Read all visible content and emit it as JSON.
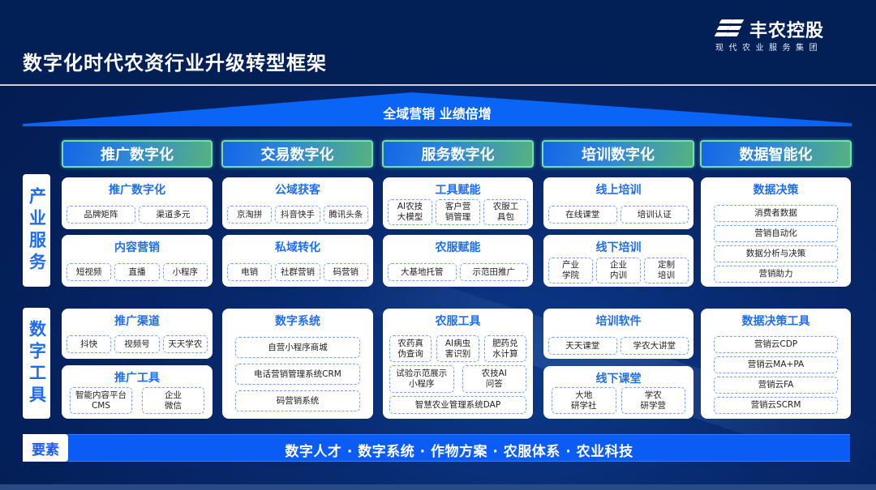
{
  "header": {
    "title": "数字化时代农资行业升级转型框架",
    "logo": {
      "name": "丰农控股",
      "subtitle": "现代农业服务集团",
      "icon": "fengnong-logo-icon"
    }
  },
  "banner": {
    "text": "全域营销 业绩倍增"
  },
  "columns": [
    {
      "label": "推广数字化"
    },
    {
      "label": "交易数字化"
    },
    {
      "label": "服务数字化"
    },
    {
      "label": "培训数字化"
    },
    {
      "label": "数据智能化"
    }
  ],
  "rows": {
    "industry_service": {
      "label": "产业服务"
    },
    "digital_tools": {
      "label": "数字工具"
    }
  },
  "industry_service": {
    "promotion": [
      {
        "title": "推广数字化",
        "items": [
          "品牌矩阵",
          "渠道多元"
        ]
      },
      {
        "title": "内容营销",
        "items": [
          "短视频",
          "直播",
          "小程序"
        ]
      }
    ],
    "transaction": [
      {
        "title": "公域获客",
        "items": [
          "京淘拼",
          "抖音快手",
          "腾讯头条"
        ]
      },
      {
        "title": "私域转化",
        "items": [
          "电销",
          "社群营销",
          "码营销"
        ]
      }
    ],
    "service": [
      {
        "title": "工具赋能",
        "items": [
          "AI农技\n大模型",
          "客户营\n销管理",
          "农服工\n具包"
        ]
      },
      {
        "title": "农服赋能",
        "items": [
          "大基地托管",
          "示范田推广"
        ]
      }
    ],
    "training": [
      {
        "title": "线上培训",
        "items": [
          "在线课堂",
          "培训认证"
        ]
      },
      {
        "title": "线下培训",
        "items": [
          "产业\n学院",
          "企业\n内训",
          "定制\n培训"
        ]
      }
    ],
    "data": {
      "title": "数据决策",
      "items": [
        "消费者数据",
        "营销自动化",
        "数据分析与决策",
        "营销助力"
      ]
    }
  },
  "digital_tools": {
    "promotion": [
      {
        "title": "推广渠道",
        "items": [
          "抖快",
          "视频号",
          "天天学农"
        ]
      },
      {
        "title": "推广工具",
        "items": [
          "智能内容平台\nCMS",
          "企业\n微信"
        ]
      }
    ],
    "transaction": {
      "title": "数字系统",
      "items": [
        "自营小程序商城",
        "电话营销管理系统CRM",
        "码营销系统"
      ]
    },
    "service": {
      "title": "农服工具",
      "row1": [
        "农药真\n伪查询",
        "AI病虫\n害识别",
        "肥药兑\n水计算"
      ],
      "row2": [
        "试验示范展示\n小程序",
        "农技AI\n问答"
      ],
      "row3": [
        "智慧农业管理系统DAP"
      ]
    },
    "training": [
      {
        "title": "培训软件",
        "items": [
          "天天课堂",
          "学农大讲堂"
        ]
      },
      {
        "title": "线下课堂",
        "items": [
          "大地\n研学社",
          "学农\n研学营"
        ]
      }
    ],
    "data": {
      "title": "数据决策工具",
      "items": [
        "营销云CDP",
        "营销云MA+PA",
        "营销云FA",
        "营销云SCRM"
      ]
    }
  },
  "footer": {
    "tag": "要素",
    "text": "数字人才 · 数字系统 · 作物方案 · 农服体系 · 农业科技"
  },
  "colors": {
    "background": "#04205a",
    "accent_blue": "#1e6ff0",
    "banner_blue": "#0a64f5",
    "header_gradient_start": "#1565e8",
    "header_gradient_end": "#56b27e",
    "chip_border": "#7ea6ea"
  }
}
